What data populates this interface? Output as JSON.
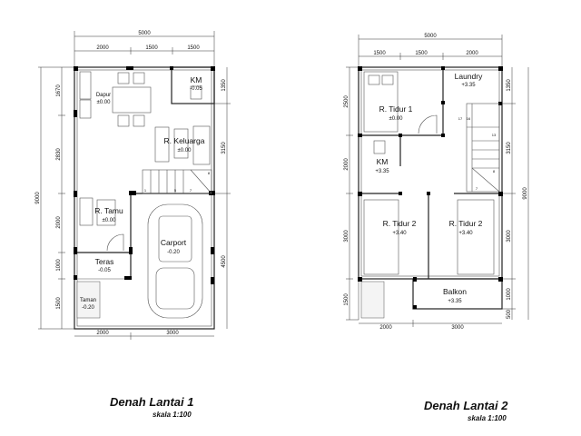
{
  "plans": [
    {
      "title": "Denah Lantai 1",
      "scale": "skala 1:100",
      "dims_top": {
        "total": "5000",
        "parts": [
          "2000",
          "1500",
          "1500"
        ]
      },
      "dims_bottom": [
        "2000",
        "3000"
      ],
      "dims_left": {
        "total": "9000",
        "parts": [
          "1670",
          "2830",
          "2000",
          "1000",
          "1500"
        ]
      },
      "dims_right": [
        "1350",
        "3150",
        "4500"
      ],
      "rooms": [
        {
          "name": "Dapur",
          "level": "±0.00"
        },
        {
          "name": "KM",
          "level": "-0.05"
        },
        {
          "name": "R. Keluarga",
          "level": "±0.00"
        },
        {
          "name": "R. Tamu",
          "level": "±0.00"
        },
        {
          "name": "Carport",
          "level": "-0.20"
        },
        {
          "name": "Teras",
          "level": "-0.05"
        },
        {
          "name": "Taman",
          "level": "-0.20"
        }
      ],
      "stair_numbers": [
        "1",
        "5",
        "7",
        "8"
      ]
    },
    {
      "title": "Denah Lantai 2",
      "scale": "skala 1:100",
      "dims_top": {
        "total": "5000",
        "parts": [
          "1500",
          "1500",
          "2000"
        ]
      },
      "dims_bottom": [
        "2000",
        "3000"
      ],
      "dims_left": [
        "2500",
        "2000",
        "3000",
        "1500"
      ],
      "dims_right": {
        "total": "9000",
        "parts": [
          "1350",
          "3150",
          "3000",
          "1000",
          "500"
        ]
      },
      "rooms": [
        {
          "name": "R. Tidur 1",
          "level": "±0.00"
        },
        {
          "name": "Laundry",
          "level": "+3.35"
        },
        {
          "name": "KM",
          "level": "+3.35"
        },
        {
          "name": "R. Tidur 2",
          "level": "+3.40"
        },
        {
          "name": "R. Tidur 2",
          "level": "+3.40"
        },
        {
          "name": "Balkon",
          "level": "+3.35"
        }
      ],
      "stair_numbers": [
        "17",
        "16",
        "13",
        "8",
        "7"
      ]
    }
  ]
}
